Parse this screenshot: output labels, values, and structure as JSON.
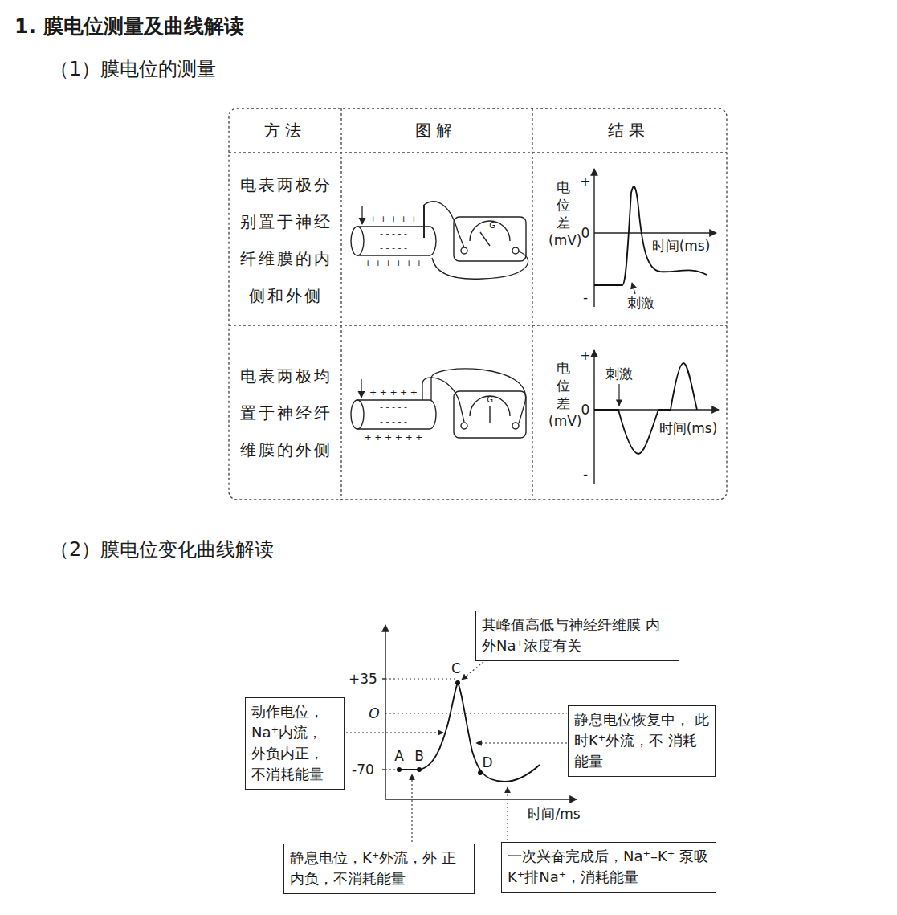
{
  "diagram": {
    "title": "1. 膜电位测量及曲线解读",
    "nodes": [
      {
        "text": [
          "其峰值高低与神经纤维膜 内外Na⁺浓度有关"
        ]
      },
      {
        "text": [
          "动作电位， Na⁺内流， 外负内正， 不消耗能量"
        ]
      },
      {
        "text": [
          "静息电位恢复中， 此时K⁺外流，不 消耗能量"
        ]
      },
      {
        "text": [
          "静息电位，K⁺外流，外 正内负，不消耗能量"
        ]
      },
      {
        "text": [
          "一次兴奋完成后，Na⁺–K⁺ 泵吸K⁺排Na⁺，消耗能量"
        ]
      }
    ],
    "labels": [
      "（1）膜电位的测量",
      "方法",
      "图解",
      "结果",
      "电表两极分 别置于神经 纤维膜的内 侧和外侧",
      "+ + + + +",
      "- - - - -",
      "- - - - -",
      "+ + + + + +",
      "G",
      "电 位 差 (mV)",
      "+",
      "0",
      "-",
      "时间(ms)",
      "刺激",
      "电表两极均 置于神经纤 维膜的外侧",
      "+ + + + +",
      "- - - - -",
      "- - - - -",
      "+ + + + + +",
      "G",
      "电 位 差 (mV)",
      "+",
      "0",
      "-",
      "刺激",
      "时间(ms)",
      "（2）膜电位变化曲线解读",
      "+35",
      "O",
      "-70",
      "A",
      "B",
      "C",
      "D",
      "时间/ms"
    ]
  }
}
